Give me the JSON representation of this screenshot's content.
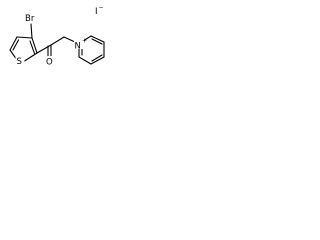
{
  "molecule": {
    "atoms": {
      "bromine": "Br",
      "sulfur": "S",
      "oxygen": "O",
      "nitrogen": "N",
      "nitrogen_charge": "+",
      "iodide": "I",
      "iodide_charge": "−"
    }
  },
  "colors": {
    "bond": "#000000",
    "background": "#ffffff"
  }
}
